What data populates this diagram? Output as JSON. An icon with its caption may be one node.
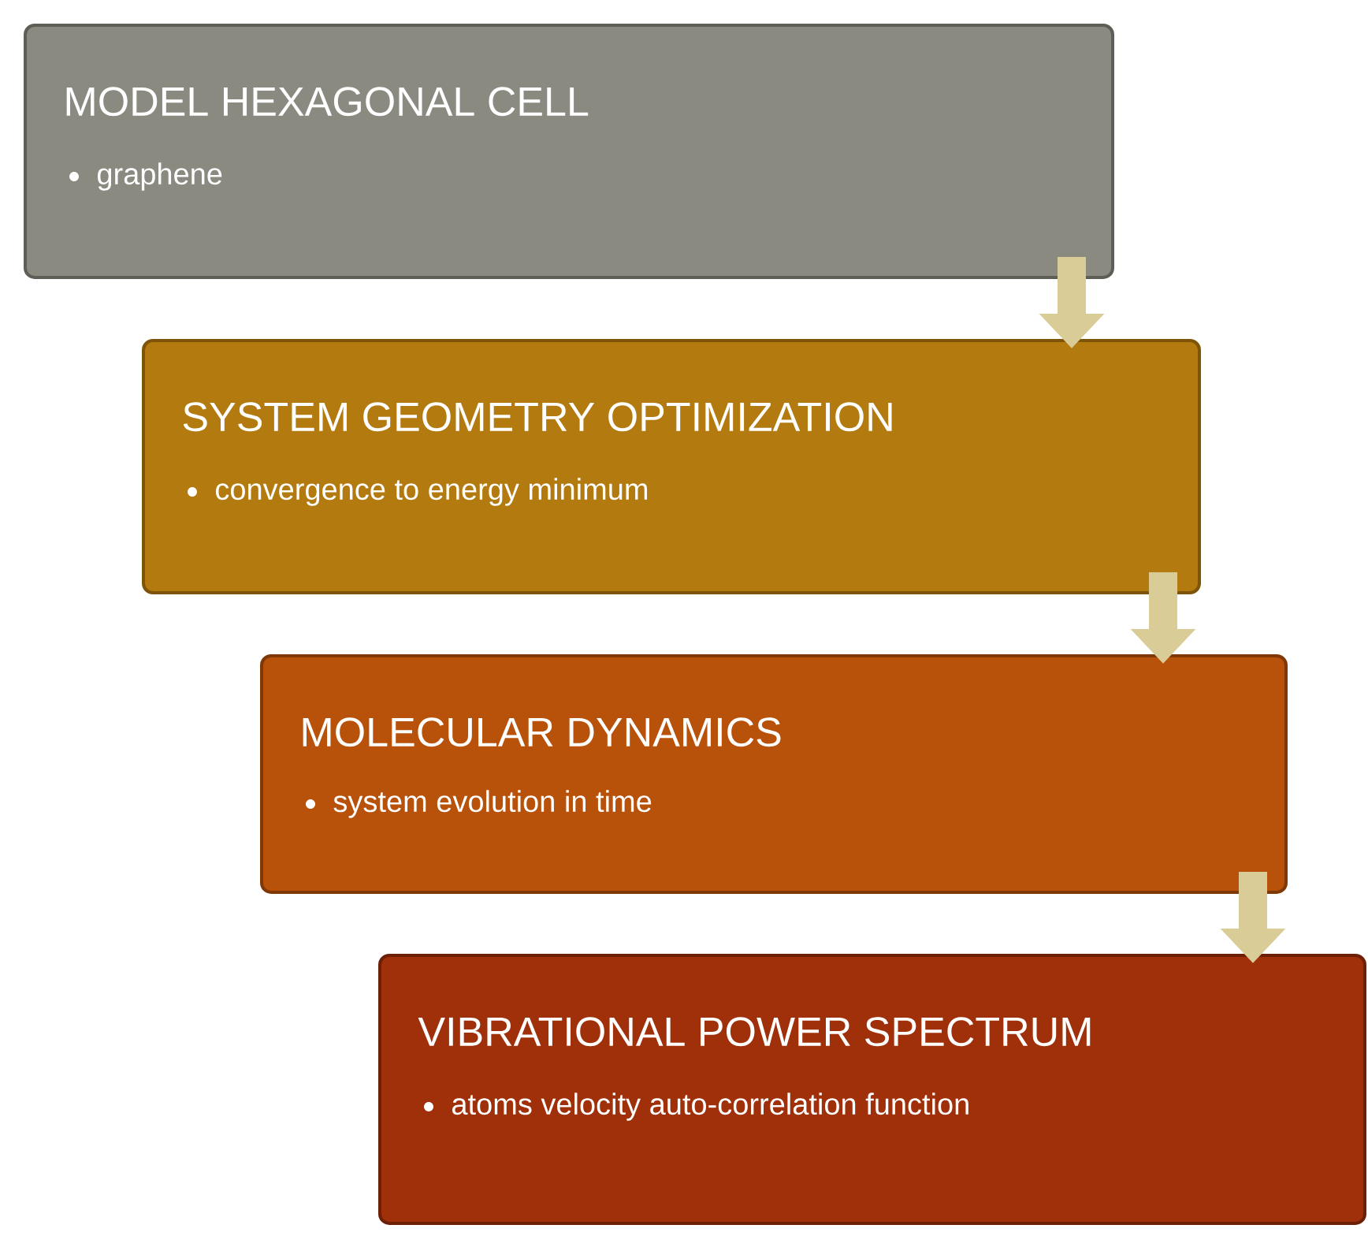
{
  "diagram": {
    "nodes": [
      {
        "text": [
          "MODEL HEXAGONAL CELL",
          "graphene"
        ]
      },
      {
        "text": [
          "SYSTEM GEOMETRY OPTIMIZATION",
          "convergence to energy minimum"
        ]
      },
      {
        "text": [
          "MOLECULAR DYNAMICS",
          "system evolution in time"
        ]
      },
      {
        "text": [
          "VIBRATIONAL POWER SPECTRUM",
          "atoms velocity auto-correlation function"
        ]
      }
    ],
    "edges": [
      {
        "from": 0,
        "to": 1,
        "arrow": "to"
      },
      {
        "from": 1,
        "to": 2,
        "arrow": "to"
      },
      {
        "from": 2,
        "to": 3,
        "arrow": "to"
      }
    ]
  }
}
